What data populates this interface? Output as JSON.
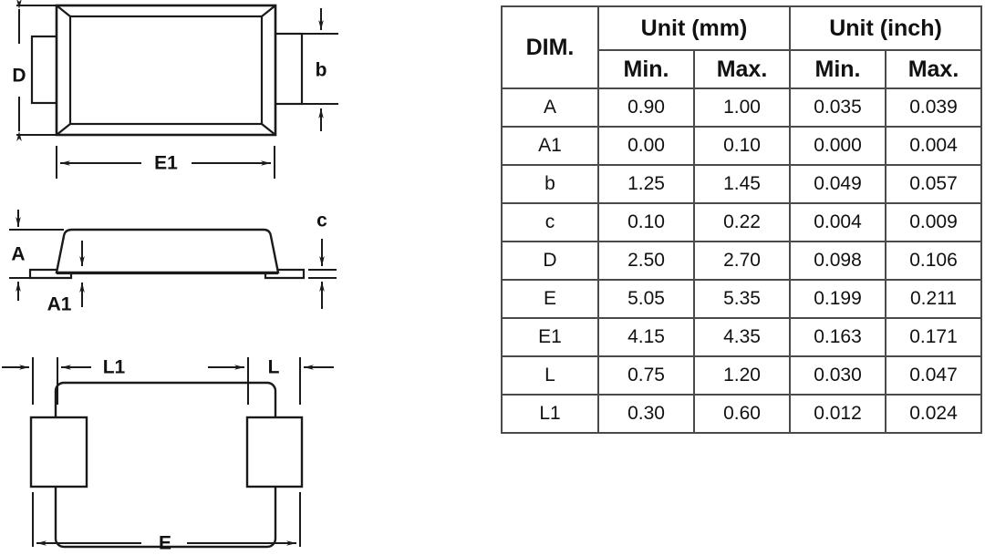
{
  "drawings": {
    "top_view": {
      "name": "top-view",
      "labels": {
        "D": "D",
        "b": "b",
        "E1": "E1"
      }
    },
    "side_view": {
      "name": "side-view",
      "labels": {
        "A": "A",
        "A1": "A1",
        "c": "c"
      }
    },
    "bottom_view": {
      "name": "bottom-view",
      "labels": {
        "L1": "L1",
        "L": "L",
        "E": "E"
      }
    }
  },
  "table": {
    "dim_header": "DIM.",
    "unit_headers": [
      "Unit (mm)",
      "Unit (inch)"
    ],
    "sub_headers": [
      "Min.",
      "Max.",
      "Min.",
      "Max."
    ],
    "rows": [
      {
        "dim": "A",
        "mm_min": "0.90",
        "mm_max": "1.00",
        "in_min": "0.035",
        "in_max": "0.039"
      },
      {
        "dim": "A1",
        "mm_min": "0.00",
        "mm_max": "0.10",
        "in_min": "0.000",
        "in_max": "0.004"
      },
      {
        "dim": "b",
        "mm_min": "1.25",
        "mm_max": "1.45",
        "in_min": "0.049",
        "in_max": "0.057"
      },
      {
        "dim": "c",
        "mm_min": "0.10",
        "mm_max": "0.22",
        "in_min": "0.004",
        "in_max": "0.009"
      },
      {
        "dim": "D",
        "mm_min": "2.50",
        "mm_max": "2.70",
        "in_min": "0.098",
        "in_max": "0.106"
      },
      {
        "dim": "E",
        "mm_min": "5.05",
        "mm_max": "5.35",
        "in_min": "0.199",
        "in_max": "0.211"
      },
      {
        "dim": "E1",
        "mm_min": "4.15",
        "mm_max": "4.35",
        "in_min": "0.163",
        "in_max": "0.171"
      },
      {
        "dim": "L",
        "mm_min": "0.75",
        "mm_max": "1.20",
        "in_min": "0.030",
        "in_max": "0.047"
      },
      {
        "dim": "L1",
        "mm_min": "0.30",
        "mm_max": "0.60",
        "in_min": "0.012",
        "in_max": "0.024"
      }
    ]
  },
  "colors": {
    "line": "#1a1a1a",
    "table_border": "#4a4a4a",
    "background": "#ffffff",
    "text": "#111111"
  }
}
